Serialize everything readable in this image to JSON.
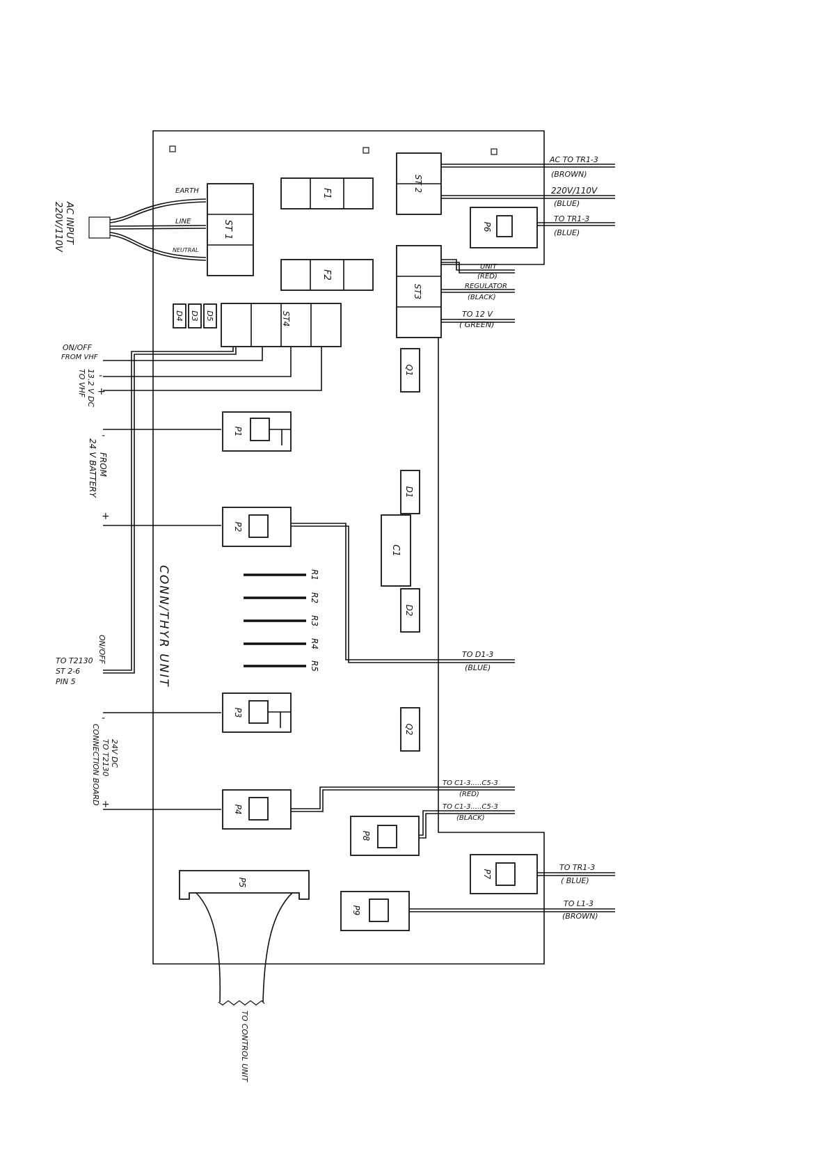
{
  "unit_title": "CONN/THYR UNIT",
  "components": {
    "F1": "F1",
    "F2": "F2",
    "ST1": "ST 1",
    "ST2": "ST 2",
    "ST3": "ST3",
    "ST4": "ST4",
    "D1": "D1",
    "D2": "D2",
    "D3": "D3",
    "D4": "D4",
    "D5": "D5",
    "Q1": "Q1",
    "Q2": "Q2",
    "C1": "C1",
    "P1": "P1",
    "P2": "P2",
    "P3": "P3",
    "P4": "P4",
    "P5": "P5",
    "P6": "P6",
    "P7": "P7",
    "P8": "P8",
    "P9": "P9",
    "R1": "R1",
    "R2": "R2",
    "R3": "R3",
    "R4": "R4",
    "R5": "R5"
  },
  "left_labels": {
    "ac_input_1": "AC INPUT",
    "ac_input_2": "220V/110V",
    "earth": "EARTH",
    "line": "LINE",
    "neutral": "NEUTRAL",
    "onoff_vhf_1": "ON/OFF",
    "onoff_vhf_2": "FROM VHF",
    "dc_vhf_1": "13.2 V DC",
    "dc_vhf_2": "TO VHF",
    "minus": "-",
    "plus": "+",
    "battery_1": "FROM",
    "battery_2": "24 V BATTERY",
    "onoff": "ON/OFF",
    "t2130_1": "TO T2130",
    "t2130_2": "ST 2-6",
    "t2130_3": "PIN 5",
    "conn_1": "24V DC",
    "conn_2": "TO T2130",
    "conn_3": "CONNECTION BOARD"
  },
  "right_labels": {
    "ac_tr1_1": "AC TO TR1-3",
    "ac_tr1_2": "(BROWN)",
    "v220_1": "220V/110V",
    "v220_2": "(BLUE)",
    "p6_tr1_1": "TO TR1-3",
    "p6_tr1_2": "(BLUE)",
    "unit_1": "UNIT",
    "unit_2": "(RED)",
    "reg_1": "REGULATOR",
    "reg_2": "(BLACK)",
    "v12_1": "TO 12 V",
    "v12_2": "( GREEN)",
    "d13_1": "TO D1-3",
    "d13_2": "(BLUE)",
    "c13r_1": "TO C1-3.....C5-3",
    "c13r_2": "(RED)",
    "c13b_1": "TO C1-3.....C5-3",
    "c13b_2": "(BLACK)",
    "p7_tr1_1": "TO TR1-3",
    "p7_tr1_2": "( BLUE)",
    "l13_1": "TO L1-3",
    "l13_2": "(BROWN)"
  },
  "bottom_label": "TO CONTROL UNIT"
}
